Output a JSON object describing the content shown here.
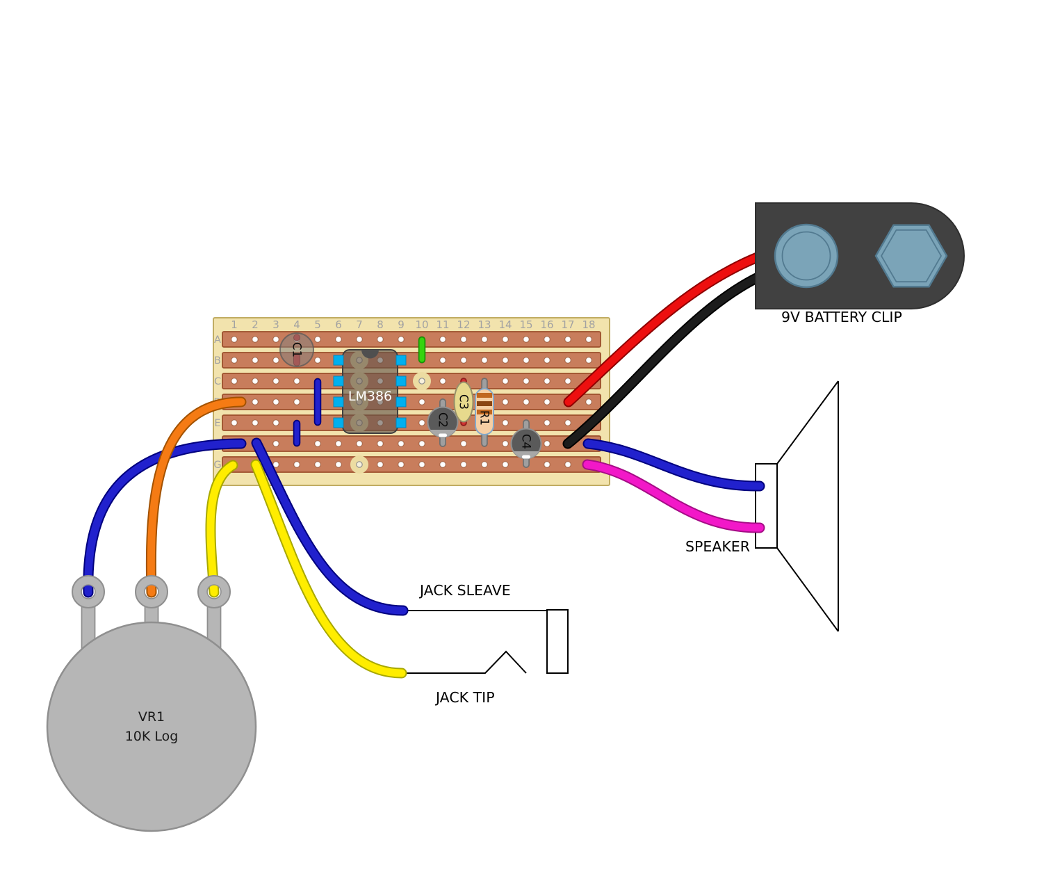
{
  "board": {
    "columns": [
      "1",
      "2",
      "3",
      "4",
      "5",
      "6",
      "7",
      "8",
      "9",
      "10",
      "11",
      "12",
      "13",
      "14",
      "15",
      "16",
      "17",
      "18"
    ],
    "rows": [
      "A",
      "B",
      "C",
      "D",
      "E",
      "F",
      "G"
    ],
    "track_cuts": [
      "B7",
      "C7",
      "D7",
      "E7",
      "C10",
      "G7"
    ],
    "wire_links": [
      {
        "from": "A10",
        "to": "B10",
        "color": "green"
      },
      {
        "from": "C5",
        "to": "E5",
        "color": "blue"
      },
      {
        "from": "E4",
        "to": "F4",
        "color": "blue"
      }
    ]
  },
  "components": {
    "c1": {
      "label": "C1",
      "position": "A4-B4"
    },
    "ic1": {
      "label": "LM386",
      "position": "B6-E9"
    },
    "c2": {
      "label": "C2",
      "position": "D11-F11"
    },
    "c3": {
      "label": "C3",
      "position": "C12-E12"
    },
    "r1": {
      "label": "R1",
      "position": "C13-F13"
    },
    "c4": {
      "label": "C4",
      "position": "E15-G15"
    },
    "vr1": {
      "name": "VR1",
      "value": "10K Log"
    },
    "battery_clip": {
      "label": "9V BATTERY CLIP"
    },
    "speaker": {
      "label": "SPEAKER"
    },
    "jack": {
      "sleeve_label": "JACK SLEAVE",
      "tip_label": "JACK TIP"
    }
  },
  "wires": [
    {
      "color": "blue",
      "from": "VR1 lug 1",
      "to": "F1"
    },
    {
      "color": "orange",
      "from": "VR1 lug 2",
      "to": "D1"
    },
    {
      "color": "yellow",
      "from": "VR1 lug 3",
      "to": "G1"
    },
    {
      "color": "blue",
      "from": "F2",
      "to": "jack sleeve"
    },
    {
      "color": "yellow",
      "from": "G2",
      "to": "jack tip"
    },
    {
      "color": "red",
      "from": "D17",
      "to": "battery clip"
    },
    {
      "color": "black",
      "from": "F17",
      "to": "battery clip"
    },
    {
      "color": "blue",
      "from": "F18",
      "to": "speaker"
    },
    {
      "color": "magenta",
      "from": "G18",
      "to": "speaker"
    }
  ],
  "colors": {
    "board_substrate": "#f2e3ad",
    "board_border": "#c0ac62",
    "copper_strip": "#c87d5c",
    "strip_border": "#9c4f2b",
    "cut_marker": "#ecdca2",
    "wire_blue": "#2121cd",
    "wire_orange": "#f57b14",
    "wire_yellow": "#ffed00",
    "wire_red": "#ed0f0f",
    "wire_black": "#1c1c1c",
    "wire_magenta": "#f218c8",
    "wire_green": "#35d40e",
    "ic_pin": "#00b0ef",
    "battery_body": "#414141",
    "battery_terminal": "#7ba4b8",
    "pot_body": "#b6b6b6"
  }
}
